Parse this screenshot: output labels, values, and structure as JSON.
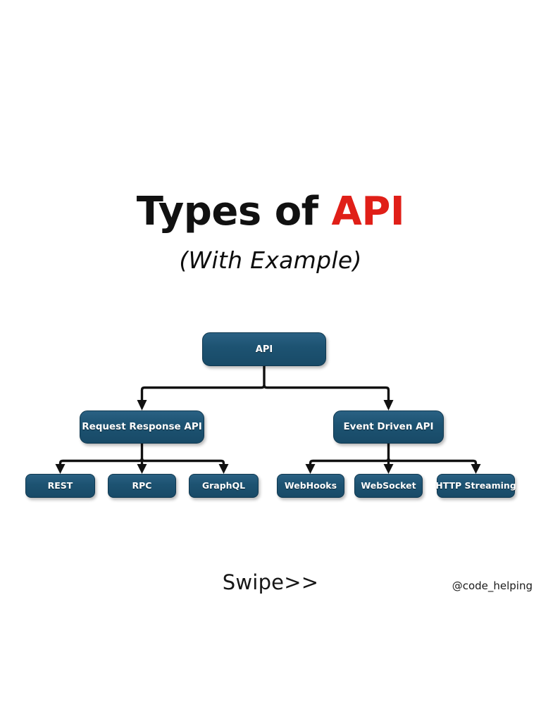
{
  "heading": {
    "title_lead": "Types of ",
    "title_accent": "API",
    "subtitle": "(With Example)"
  },
  "colors": {
    "background": "#ffffff",
    "accent_red": "#e01f18",
    "node_fill": "#1d5372",
    "node_fill_top": "#2a6183",
    "node_border": "#0f3850",
    "node_text": "#ffffff",
    "connector": "#111111",
    "text": "#111111"
  },
  "diagram": {
    "root": {
      "label": "API"
    },
    "branches": [
      {
        "label": "Request Response API"
      },
      {
        "label": "Event Driven API"
      }
    ],
    "leaves_left": [
      {
        "label": "REST"
      },
      {
        "label": "RPC"
      },
      {
        "label": "GraphQL"
      }
    ],
    "leaves_right": [
      {
        "label": "WebHooks"
      },
      {
        "label": "WebSocket"
      },
      {
        "label": "HTTP Streaming"
      }
    ]
  },
  "footer": {
    "swipe": "Swipe>>",
    "handle": "@code_helping"
  }
}
